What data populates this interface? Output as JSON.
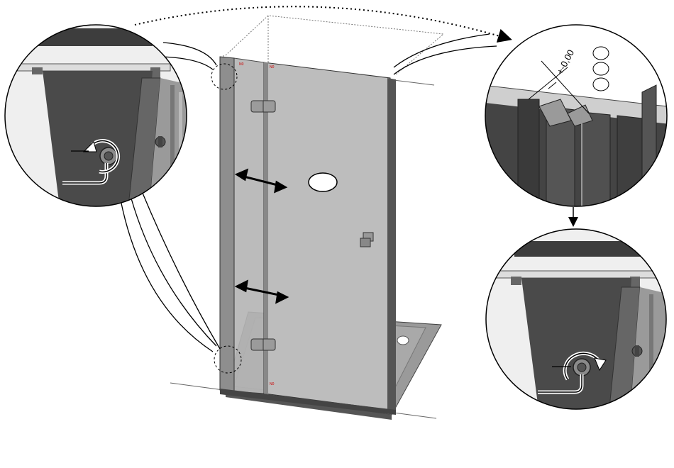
{
  "dimension_label": "+-0,00",
  "hinge_marks": [
    "N0",
    "N0",
    "N0"
  ],
  "colors": {
    "glass": "#b9b9b9",
    "frame": "#6e6e6e",
    "dark_panel": "#4a4a4a",
    "tray": "#9a9a9a",
    "outline": "#000000"
  },
  "icons": [
    "rotate-ccw-icon",
    "rotate-cw-icon",
    "allen-key-icon",
    "double-arrow-icon",
    "curved-dotted-arrow-icon"
  ]
}
